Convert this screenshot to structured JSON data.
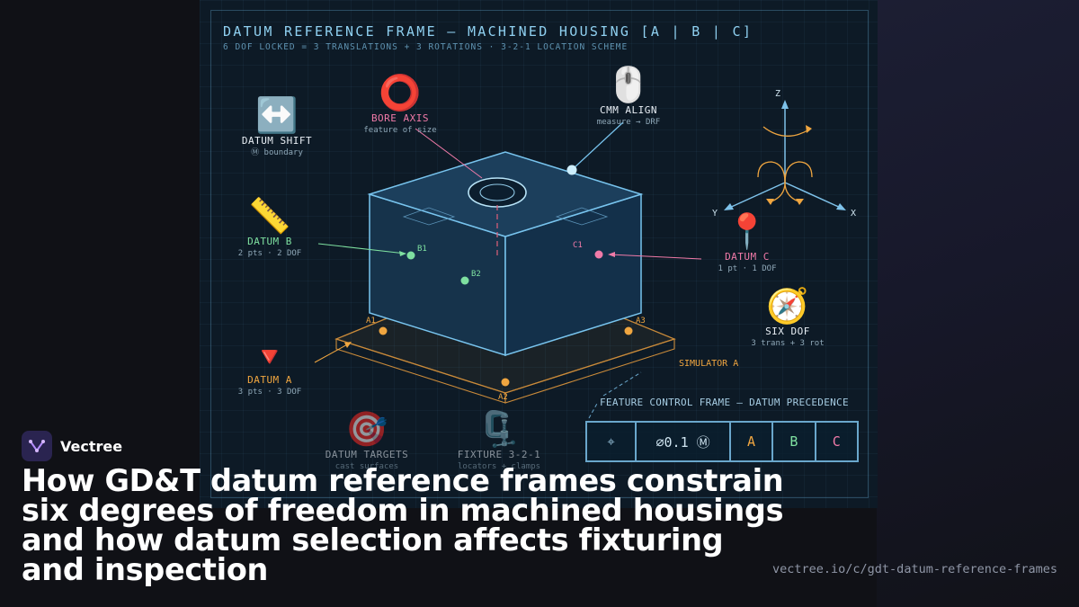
{
  "header": {
    "title": "DATUM REFERENCE FRAME — MACHINED HOUSING [A | B | C]",
    "subtitle": "6 DOF LOCKED = 3 TRANSLATIONS + 3 ROTATIONS · 3-2-1 LOCATION SCHEME"
  },
  "callouts": {
    "datum_shift": {
      "icon": "left-right-arrow-icon",
      "emoji": "↔️",
      "name": "DATUM SHIFT",
      "note": "Ⓜ boundary"
    },
    "bore_axis": {
      "icon": "circle-ring-icon",
      "emoji": "⭕",
      "name": "BORE AXIS",
      "note": "feature of size"
    },
    "cmm_align": {
      "icon": "computer-mouse-icon",
      "emoji": "🖱️",
      "name": "CMM ALIGN",
      "note": "measure → DRF"
    },
    "datum_b": {
      "icon": "ruler-icon",
      "emoji": "📏",
      "name": "DATUM B",
      "note": "2 pts · 2 DOF"
    },
    "datum_c": {
      "icon": "map-pin-icon",
      "emoji": "📍",
      "name": "DATUM C",
      "note": "1 pt · 1 DOF"
    },
    "six_dof": {
      "icon": "compass-icon",
      "emoji": "🧭",
      "name": "SIX DOF",
      "note": "3 trans + 3 rot"
    },
    "datum_a": {
      "icon": "down-triangle-icon",
      "emoji": "🔻",
      "name": "DATUM A",
      "note": "3 pts · 3 DOF"
    },
    "datum_targets": {
      "icon": "target-icon",
      "emoji": "🎯",
      "name": "DATUM TARGETS",
      "note": "cast surfaces"
    },
    "fixture": {
      "icon": "clamp-icon",
      "emoji": "🗜️",
      "name": "FIXTURE 3-2-1",
      "note": "locators + clamps"
    }
  },
  "diagram": {
    "points": {
      "b1": "B1",
      "b2": "B2",
      "c1": "C1",
      "a1": "A1",
      "a2": "A2",
      "a3": "A3"
    },
    "simulator_label": "SIMULATOR A",
    "axes": {
      "z": "Z",
      "y": "Y",
      "x": "X"
    }
  },
  "feature_control_frame": {
    "title": "FEATURE CONTROL FRAME — DATUM PRECEDENCE",
    "symbol": "⌖",
    "tolerance": "⌀0.1 Ⓜ",
    "primary": "A",
    "secondary": "B",
    "tertiary": "C"
  },
  "colors": {
    "datum_a": "#f0a640",
    "datum_b": "#7ee0a0",
    "datum_c": "#f07aa8",
    "accent": "#8fd0f0"
  },
  "brand": {
    "name": "Vectree"
  },
  "headline": "How GD&T datum reference frames constrain six degrees of freedom in machined housings and how datum selection affects fixturing and inspection",
  "url": "vectree.io/c/gdt-datum-reference-frames"
}
